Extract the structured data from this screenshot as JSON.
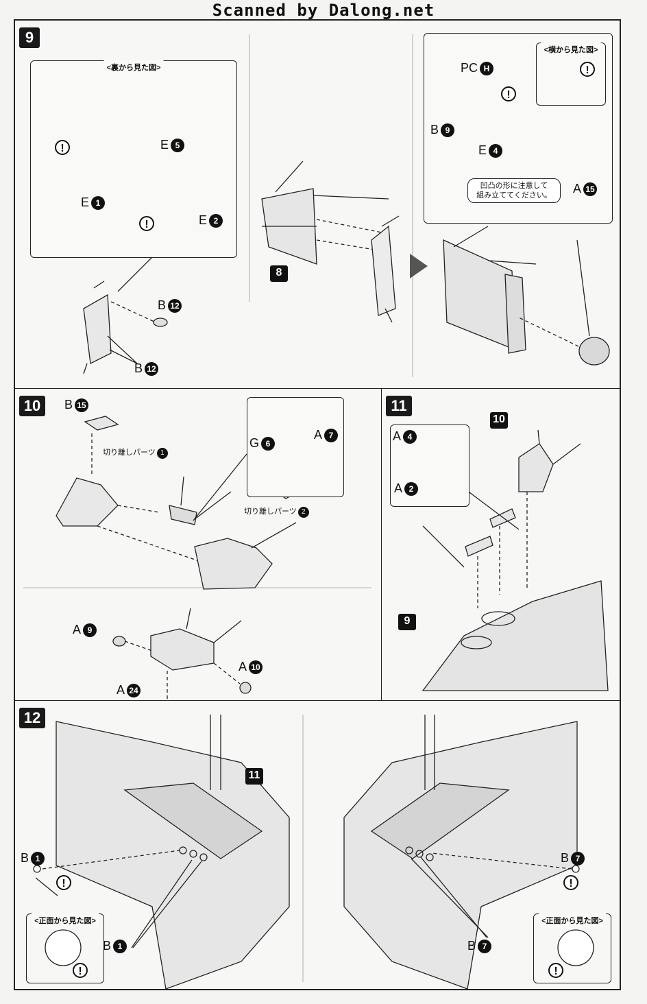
{
  "header": {
    "credit": "Scanned by Dalong.net"
  },
  "steps": {
    "s9": {
      "label": "9"
    },
    "s10": {
      "label": "10"
    },
    "s11": {
      "label": "11"
    },
    "s12": {
      "label": "12"
    }
  },
  "step9": {
    "inset_back_title": "<裏から見た図>",
    "inset_side_title": "<横から見た図>",
    "part_E5": {
      "letter": "E",
      "num": "5"
    },
    "part_E1": {
      "letter": "E",
      "num": "1"
    },
    "part_E2": {
      "letter": "E",
      "num": "2"
    },
    "part_B12a": {
      "letter": "B",
      "num": "12"
    },
    "part_B12b": {
      "letter": "B",
      "num": "12"
    },
    "ref_8": "8",
    "part_PC_H": {
      "letter": "PC",
      "num": "H"
    },
    "part_B9": {
      "letter": "B",
      "num": "9"
    },
    "part_E4": {
      "letter": "E",
      "num": "4"
    },
    "part_A15": {
      "letter": "A",
      "num": "15"
    },
    "note": "凹凸の形に注意して\n組み立ててください。"
  },
  "step10": {
    "part_B15": {
      "letter": "B",
      "num": "15"
    },
    "cut1": "切り離しパーツ",
    "cut1_num": "1",
    "cut2": "切り離しパーツ",
    "cut2_num": "2",
    "part_G6": {
      "letter": "G",
      "num": "6"
    },
    "part_A7": {
      "letter": "A",
      "num": "7"
    },
    "part_A9": {
      "letter": "A",
      "num": "9"
    },
    "part_A10": {
      "letter": "A",
      "num": "10"
    },
    "part_A24": {
      "letter": "A",
      "num": "24"
    }
  },
  "step11": {
    "part_A4": {
      "letter": "A",
      "num": "4"
    },
    "part_A2": {
      "letter": "A",
      "num": "2"
    },
    "ref_10": "10",
    "ref_9": "9"
  },
  "step12": {
    "ref_11": "11",
    "left": {
      "part_top": {
        "letter": "B",
        "num": "1"
      },
      "part_bottom": {
        "letter": "B",
        "num": "1"
      },
      "inset_title": "<正面から見た図>"
    },
    "right": {
      "part_top": {
        "letter": "B",
        "num": "7"
      },
      "part_bottom": {
        "letter": "B",
        "num": "7"
      },
      "inset_title": "<正面から見た図>"
    }
  },
  "caution_mark": "!"
}
